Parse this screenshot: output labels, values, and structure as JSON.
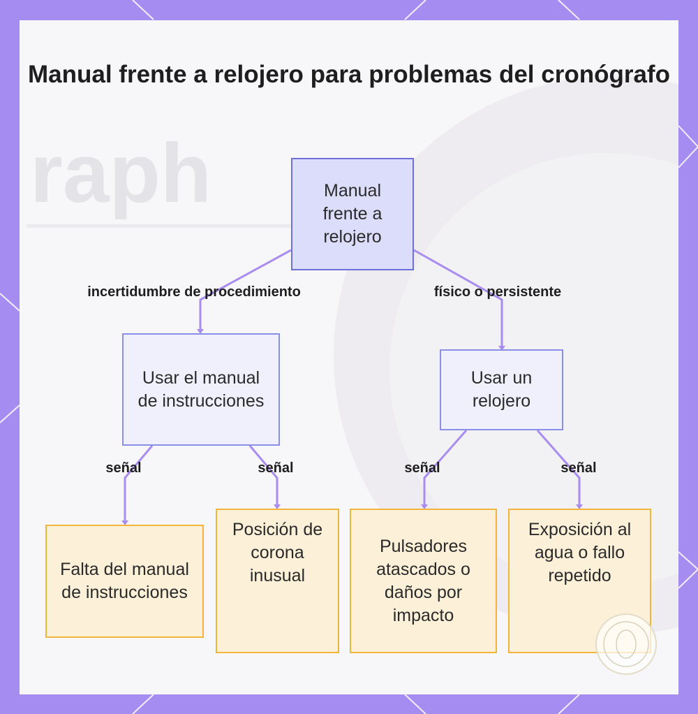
{
  "title": "Manual frente a relojero para problemas del cronógrafo",
  "background_watermark": "raph",
  "nodes": {
    "root": "Manual frente a relojero",
    "manual": "Usar el manual de instrucciones",
    "watchmaker": "Usar un relojero",
    "leaf_missing_manual": "Falta del manual de instrucciones",
    "leaf_crown": "Posición de corona inusual",
    "leaf_pushers": "Pulsadores atascados o daños por impacto",
    "leaf_water": "Exposición al agua o fallo repetido"
  },
  "edge_labels": {
    "procedure": "incertidumbre de procedimiento",
    "physical": "físico o persistente",
    "signal_1": "señal",
    "signal_2": "señal",
    "signal_3": "señal",
    "signal_4": "señal"
  },
  "colors": {
    "frame": "#a48cf0",
    "connector": "#a88cf0",
    "root_fill": "#dcdcfb",
    "mid_fill": "#f0f0fd",
    "leaf_fill": "#fdf0d8",
    "leaf_border": "#f2b43a"
  }
}
